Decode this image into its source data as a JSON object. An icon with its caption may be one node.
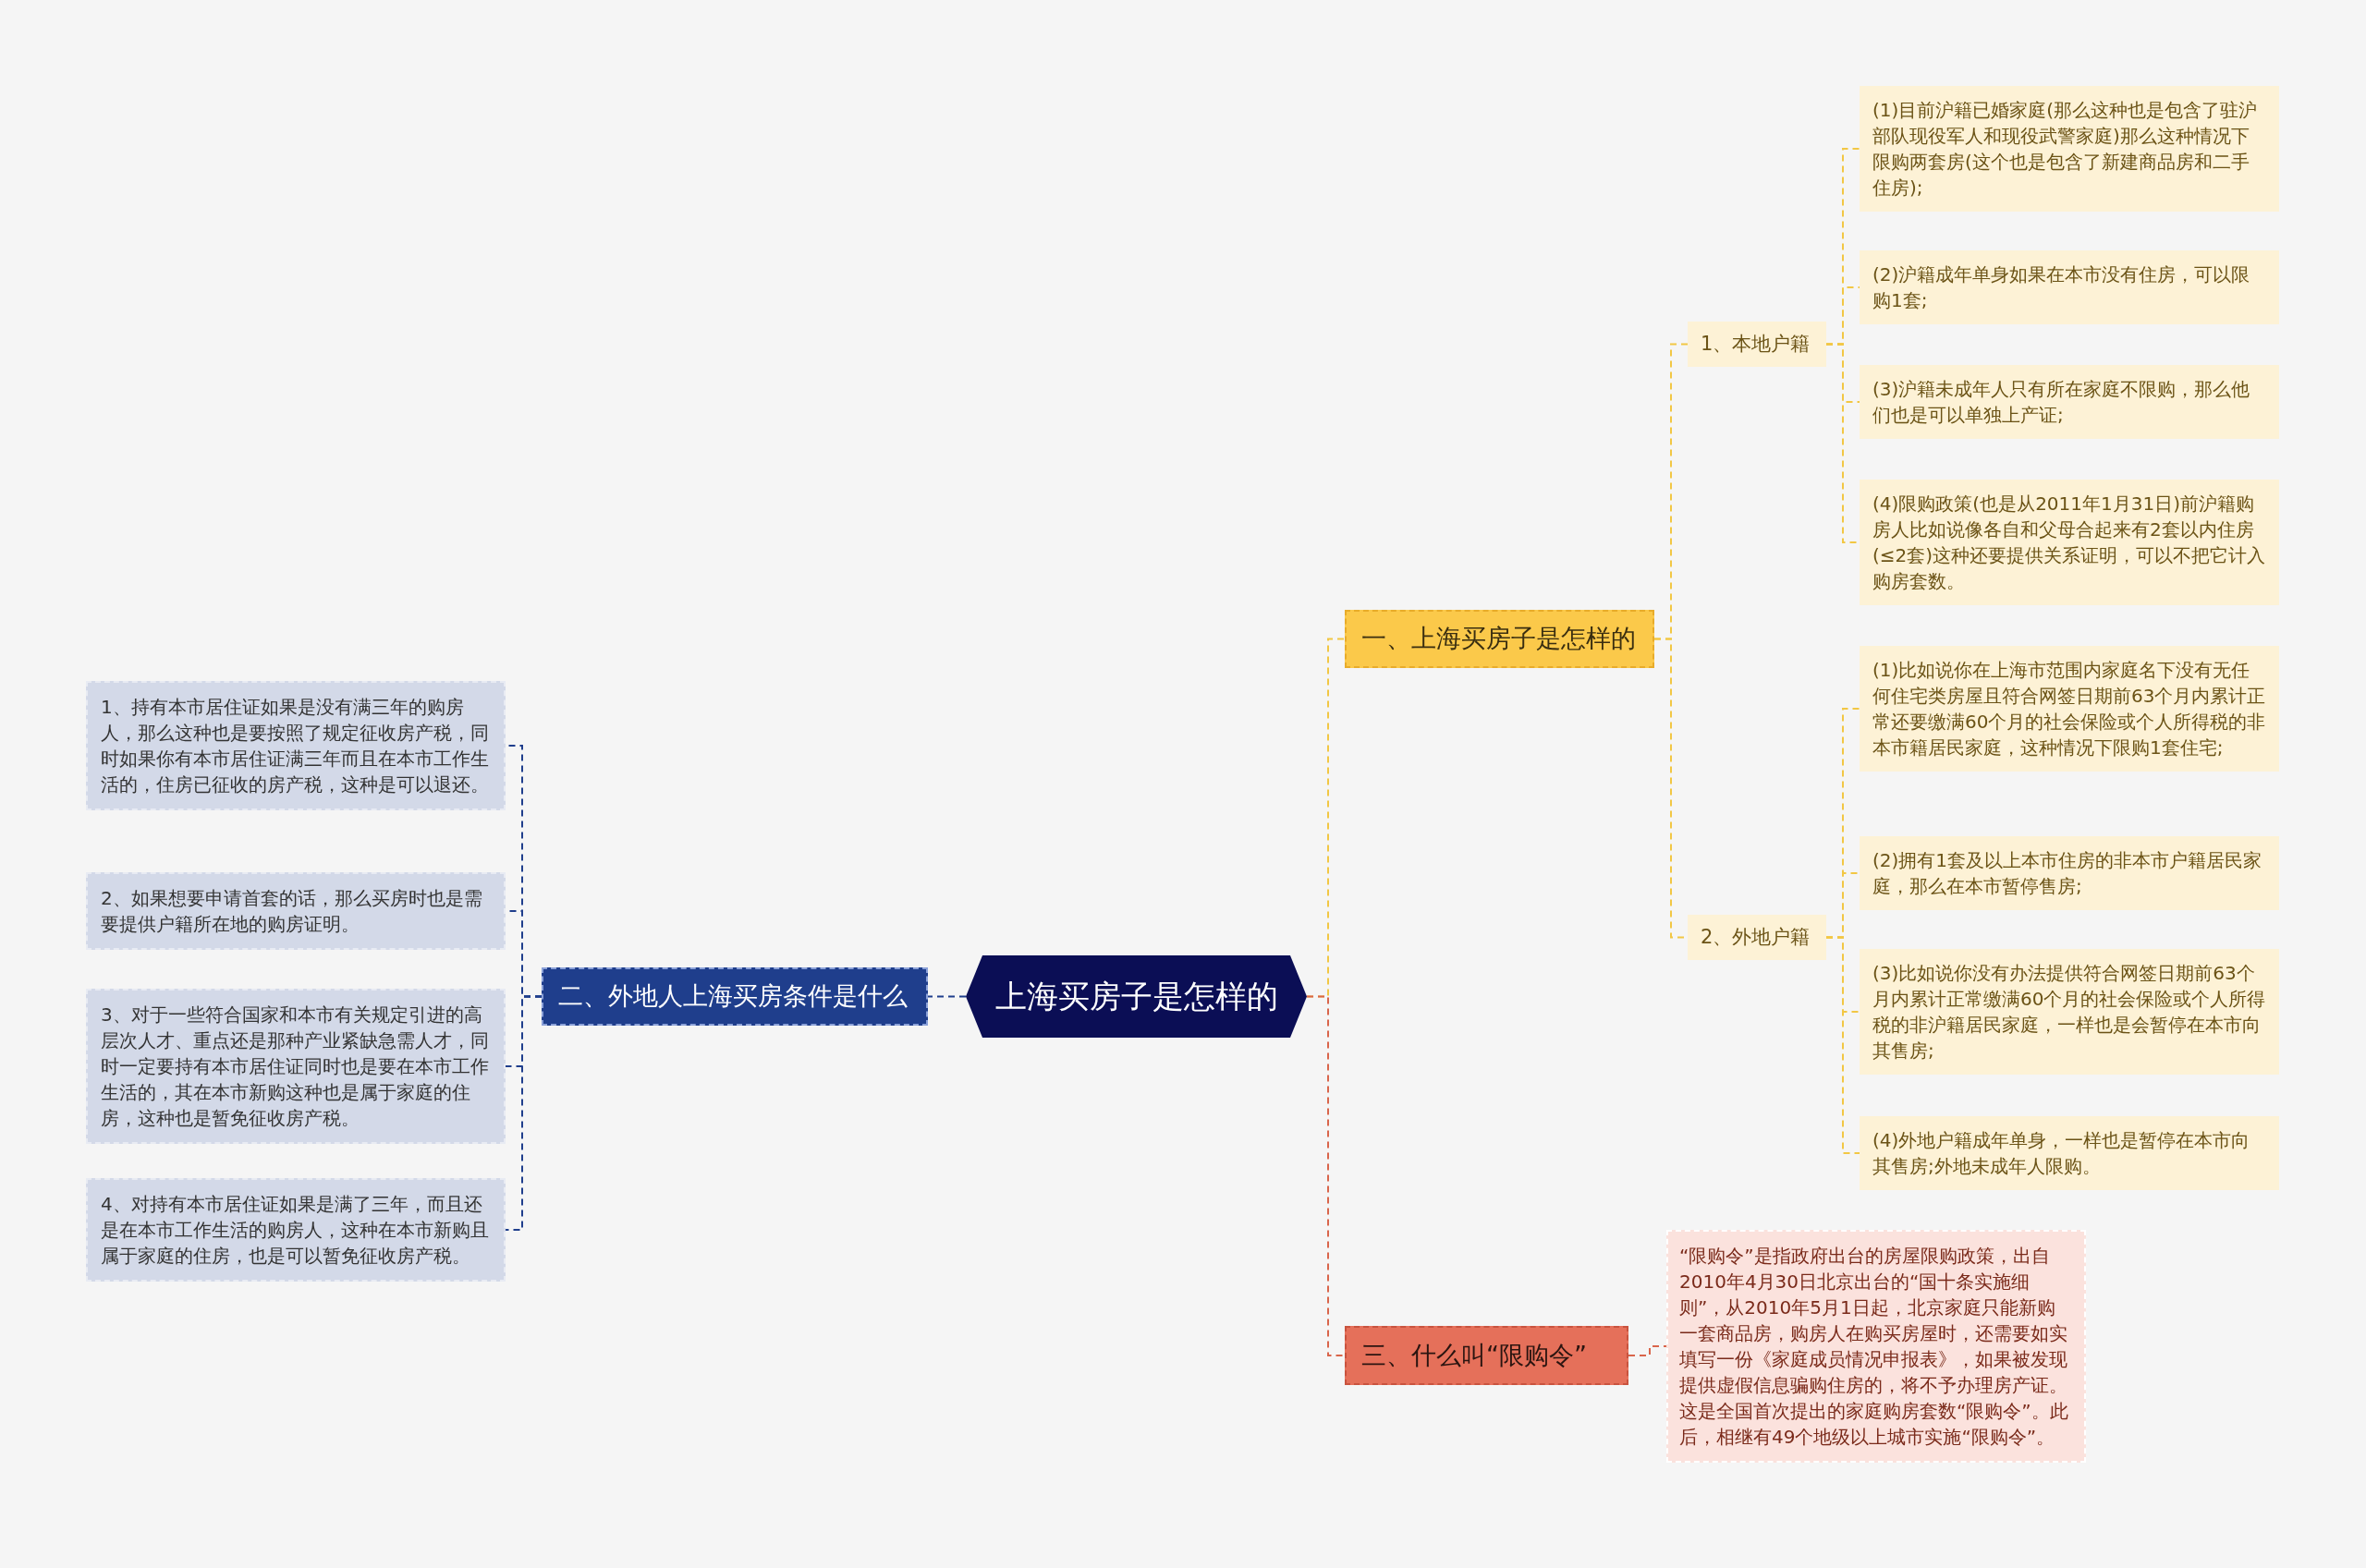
{
  "diagram": {
    "nodes": [
      {
        "text": [
          "上海买房子是怎样的"
        ]
      },
      {
        "text": [
          "一、上海买房子是怎样的"
        ]
      },
      {
        "text": [
          "1、本地户籍"
        ]
      },
      {
        "text": [
          "(1)目前沪籍已婚家庭(那么这种也是包含了驻沪部队现役军人和现役武警家庭)那么这种情况下限购两套房(这个也是包含了新建商品房和二手住房);"
        ]
      },
      {
        "text": [
          "(2)沪籍成年单身如果在本市没有住房，可以限购1套;"
        ]
      },
      {
        "text": [
          "(3)沪籍未成年人只有所在家庭不限购，那么他们也是可以单独上产证;"
        ]
      },
      {
        "text": [
          "(4)限购政策(也是从2011年1月31日)前沪籍购房人比如说像各自和父母合起来有2套以内住房(≤2套)这种还要提供关系证明，可以不把它计入购房套数。"
        ]
      },
      {
        "text": [
          "2、外地户籍"
        ]
      },
      {
        "text": [
          "(1)比如说你在上海市范围内家庭名下没有无任何住宅类房屋且符合网签日期前63个月内累计正常还要缴满60个月的社会保险或个人所得税的非本市籍居民家庭，这种情况下限购1套住宅;"
        ]
      },
      {
        "text": [
          "(2)拥有1套及以上本市住房的非本市户籍居民家庭，那么在本市暂停售房;"
        ]
      },
      {
        "text": [
          "(3)比如说你没有办法提供符合网签日期前63个月内累计正常缴满60个月的社会保险或个人所得税的非沪籍居民家庭，一样也是会暂停在本市向其售房;"
        ]
      },
      {
        "text": [
          "(4)外地户籍成年单身，一样也是暂停在本市向其售房;外地未成年人限购。"
        ]
      },
      {
        "text": [
          "二、外地人上海买房条件是什么"
        ]
      },
      {
        "text": [
          "1、持有本市居住证如果是没有满三年的购房人，那么这种也是要按照了规定征收房产税，同时如果你有本市居住证满三年而且在本市工作生活的，住房已征收的房产税，这种是可以退还。"
        ]
      },
      {
        "text": [
          "2、如果想要申请首套的话，那么买房时也是需要提供户籍所在地的购房证明。"
        ]
      },
      {
        "text": [
          "3、对于一些符合国家和本市有关规定引进的高层次人才、重点还是那种产业紧缺急需人才，同时一定要持有本市居住证同时也是要在本市工作生活的，其在本市新购这种也是属于家庭的住房，这种也是暂免征收房产税。"
        ]
      },
      {
        "text": [
          "4、对持有本市居住证如果是满了三年，而且还是在本市工作生活的购房人，这种在本市新购且属于家庭的住房，也是可以暂免征收房产税。"
        ]
      },
      {
        "text": [
          "三、什么叫“限购令”"
        ]
      },
      {
        "text": [
          "“限购令”是指政府出台的房屋限购政策，出自2010年4月30日北京出台的“国十条实施细则”，从2010年5月1日起，北京家庭只能新购一套商品房，购房人在购买房屋时，还需要如实填写一份《家庭成员情况申报表》，如果被发现提供虚假信息骗购住房的，将不予办理房产证。这是全国首次提出的家庭购房套数“限购令”。此后，相继有49个地级以上城市实施“限购令”。"
        ]
      }
    ],
    "edges": [
      {
        "from": 0,
        "to": 1,
        "arrow": "none",
        "style": "dashed"
      },
      {
        "from": 1,
        "to": 2,
        "arrow": "none",
        "style": "dashed"
      },
      {
        "from": 2,
        "to": 3,
        "arrow": "none",
        "style": "dashed"
      },
      {
        "from": 2,
        "to": 4,
        "arrow": "none",
        "style": "dashed"
      },
      {
        "from": 2,
        "to": 5,
        "arrow": "none",
        "style": "dashed"
      },
      {
        "from": 2,
        "to": 6,
        "arrow": "none",
        "style": "dashed"
      },
      {
        "from": 1,
        "to": 7,
        "arrow": "none",
        "style": "dashed"
      },
      {
        "from": 7,
        "to": 8,
        "arrow": "none",
        "style": "dashed"
      },
      {
        "from": 7,
        "to": 9,
        "arrow": "none",
        "style": "dashed"
      },
      {
        "from": 7,
        "to": 10,
        "arrow": "none",
        "style": "dashed"
      },
      {
        "from": 7,
        "to": 11,
        "arrow": "none",
        "style": "dashed"
      },
      {
        "from": 0,
        "to": 12,
        "arrow": "none",
        "style": "dashed",
        "color": "#1f3e8c"
      },
      {
        "from": 12,
        "to": 13,
        "arrow": "none",
        "style": "dashed",
        "color": "#1f3e8c"
      },
      {
        "from": 12,
        "to": 14,
        "arrow": "none",
        "style": "dashed",
        "color": "#1f3e8c"
      },
      {
        "from": 12,
        "to": 15,
        "arrow": "none",
        "style": "dashed",
        "color": "#1f3e8c"
      },
      {
        "from": 12,
        "to": 16,
        "arrow": "none",
        "style": "dashed",
        "color": "#1f3e8c"
      },
      {
        "from": 0,
        "to": 17,
        "arrow": "none",
        "style": "dashed",
        "color": "#d9654b"
      },
      {
        "from": 17,
        "to": 18,
        "arrow": "none",
        "style": "dashed",
        "color": "#d9654b"
      }
    ]
  }
}
